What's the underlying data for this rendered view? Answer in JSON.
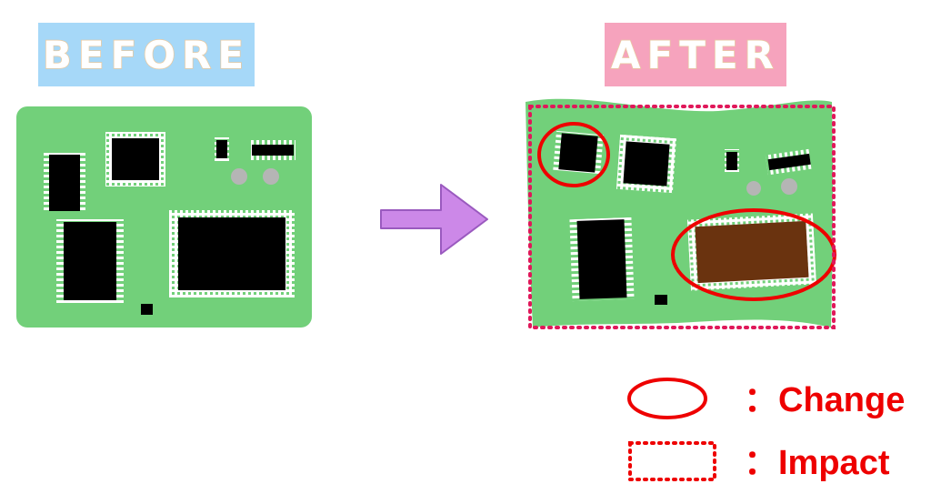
{
  "titles": {
    "before": "BEFORE",
    "after": "AFTER"
  },
  "legend": {
    "change_label": "：Change",
    "impact_label": "：Impact",
    "marker_change": "solid-ellipse",
    "marker_impact": "dotted-rectangle"
  },
  "colors": {
    "board": "#72d07a",
    "chip": "#000000",
    "pin": "#ffffff",
    "pad": "#b5b5b5",
    "changed_chip": "#6a330f",
    "marker_red": "#ee0000",
    "impact_dots": "#e0185a",
    "arrow_fill": "#cc88e8",
    "arrow_stroke": "#9a5abf",
    "before_title_bg": "#a6d8f8",
    "after_title_bg": "#f6a3bd"
  }
}
